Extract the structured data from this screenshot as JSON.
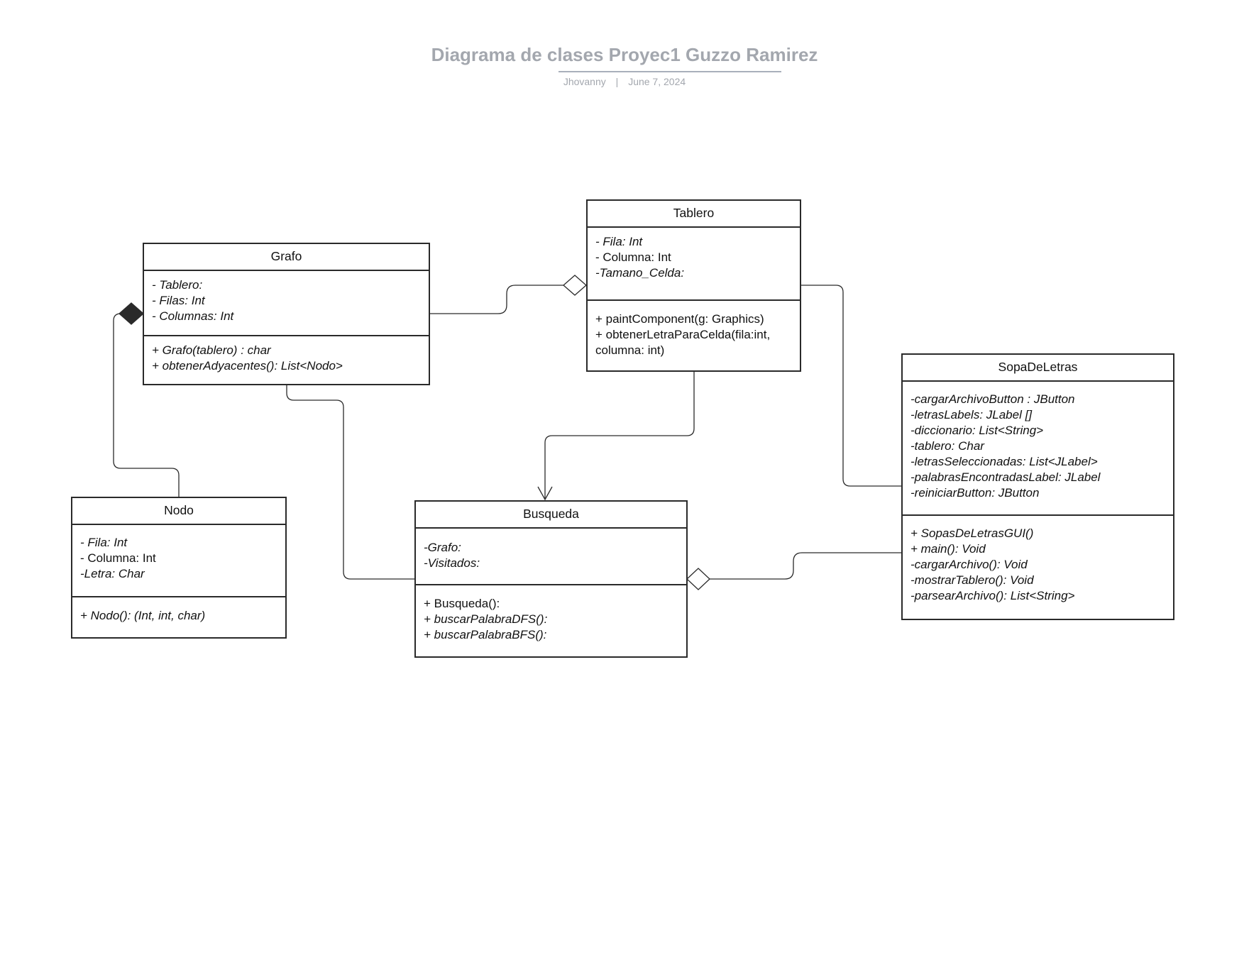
{
  "header": {
    "title": "Diagrama de clases Proyec1 Guzzo Ramirez",
    "author": "Jhovanny",
    "separator": "|",
    "date": "June 7, 2024"
  },
  "classes": {
    "grafo": {
      "name": "Grafo",
      "attributes": [
        {
          "text": "- Tablero:",
          "italic": true
        },
        {
          "text": "- Filas: Int",
          "italic": true
        },
        {
          "text": "- Columnas: Int",
          "italic": true
        }
      ],
      "methods": [
        {
          "text": "+ Grafo(tablero) : char",
          "italic": true
        },
        {
          "text": "+ obtenerAdyacentes(): List<Nodo>",
          "italic": true
        }
      ]
    },
    "tablero": {
      "name": "Tablero",
      "attributes": [
        {
          "text": "- Fila: Int",
          "italic": true
        },
        {
          "text": "- Columna: Int",
          "italic": false
        },
        {
          "text": "-Tamano_Celda:",
          "italic": true
        }
      ],
      "methods": [
        {
          "text": "+ paintComponent(g: Graphics)",
          "italic": false
        },
        {
          "text": "+ obtenerLetraParaCelda(fila:int,",
          "italic": false
        },
        {
          "text": "columna: int)",
          "italic": false
        }
      ]
    },
    "sopadeletras": {
      "name": "SopaDeLetras",
      "attributes": [
        {
          "text": "-cargarArchivoButton : JButton",
          "italic": true
        },
        {
          "text": "-letrasLabels: JLabel []",
          "italic": true
        },
        {
          "text": "-diccionario: List<String>",
          "italic": true
        },
        {
          "text": "-tablero: Char",
          "italic": true
        },
        {
          "text": "-letrasSeleccionadas: List<JLabel>",
          "italic": true
        },
        {
          "text": "-palabrasEncontradasLabel: JLabel",
          "italic": true
        },
        {
          "text": "-reiniciarButton: JButton",
          "italic": true
        }
      ],
      "methods": [
        {
          "text": "+ SopasDeLetrasGUI()",
          "italic": true
        },
        {
          "text": "+ main(): Void",
          "italic": true
        },
        {
          "text": "-cargarArchivo(): Void",
          "italic": true
        },
        {
          "text": "-mostrarTablero(): Void",
          "italic": true
        },
        {
          "text": "-parsearArchivo(): List<String>",
          "italic": true
        }
      ]
    },
    "nodo": {
      "name": "Nodo",
      "attributes": [
        {
          "text": "- Fila: Int",
          "italic": true
        },
        {
          "text": "- Columna: Int",
          "italic": false
        },
        {
          "text": "-Letra: Char",
          "italic": true
        }
      ],
      "methods": [
        {
          "text": "+ Nodo(): (Int, int, char)",
          "italic": true
        }
      ]
    },
    "busqueda": {
      "name": "Busqueda",
      "attributes": [
        {
          "text": "-Grafo:",
          "italic": true
        },
        {
          "text": "-Visitados:",
          "italic": true
        }
      ],
      "methods": [
        {
          "text": "+ Busqueda():",
          "italic": false
        },
        {
          "text": "+ buscarPalabraDFS():",
          "italic": true
        },
        {
          "text": "+ buscarPalabraBFS():",
          "italic": true
        }
      ]
    }
  },
  "relationships": [
    {
      "from": "Grafo",
      "to": "Tablero",
      "kind": "aggregation"
    },
    {
      "from": "Nodo",
      "to": "Grafo",
      "kind": "composition"
    },
    {
      "from": "Grafo",
      "to": "Busqueda",
      "kind": "association"
    },
    {
      "from": "Tablero",
      "to": "Busqueda",
      "kind": "directed-association"
    },
    {
      "from": "Tablero",
      "to": "SopaDeLetras",
      "kind": "association"
    },
    {
      "from": "SopaDeLetras",
      "to": "Busqueda",
      "kind": "aggregation"
    }
  ],
  "colors": {
    "title": "#a3a7ae",
    "stroke": "#2a2a2a",
    "background": "#ffffff"
  }
}
